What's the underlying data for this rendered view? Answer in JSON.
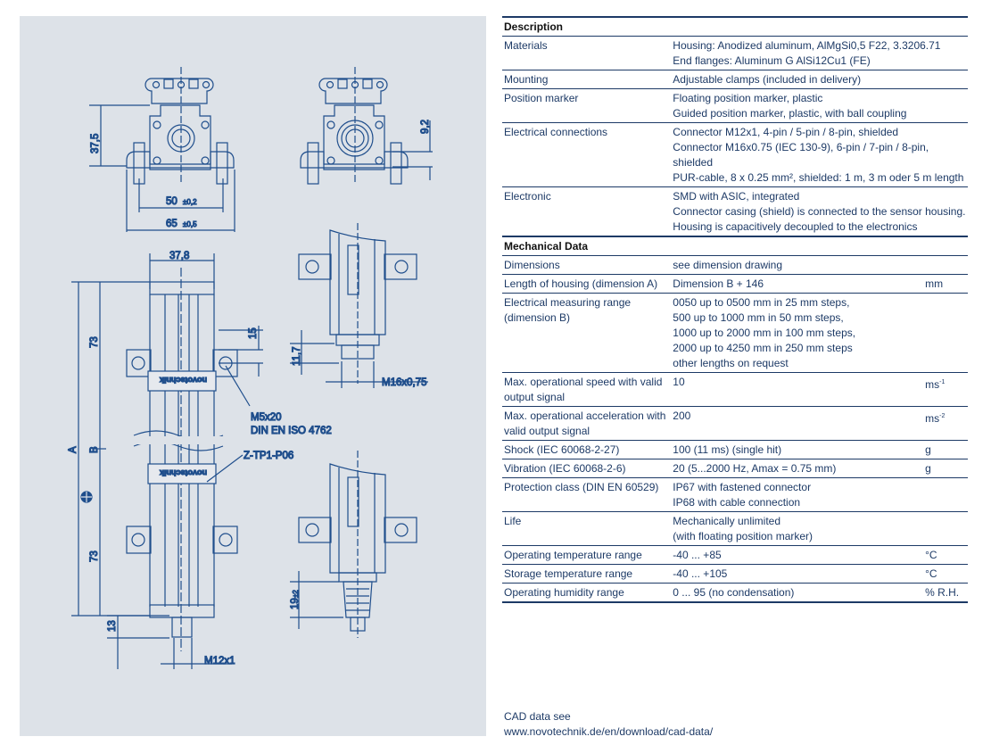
{
  "drawing": {
    "dim_37_5": "37,5",
    "dim_50": "50",
    "dim_50_tol": "±0,2",
    "dim_65": "65",
    "dim_65_tol": "±0,5",
    "dim_9_2": "9,2",
    "dim_37_8": "37,8",
    "dim_73_top": "73",
    "dim_73_bottom": "73",
    "dim_15": "15",
    "dim_11_7": "11,7",
    "thread_m16": "M16x0,75",
    "screw_label": "M5x20",
    "screw_norm": "DIN EN ISO 4762",
    "marker_label": "Z-TP1-P06",
    "dim_a": "A",
    "dim_b": "B",
    "dim_13": "13",
    "thread_m12": "M12x1",
    "dim_19": "19",
    "dim_19_tol": "±2",
    "brand_text": "novotechnik"
  },
  "colors": {
    "panel": "#dde2e8",
    "line": "#1f4e8c",
    "text": "#1d3a66"
  },
  "table": {
    "description": {
      "heading": "Description",
      "rows": [
        {
          "label": "Materials",
          "values": [
            "Housing:  Anodized aluminum, AlMgSi0,5 F22, 3.3206.71",
            "End flanges: Aluminum G AlSi12Cu1 (FE)"
          ]
        },
        {
          "label": "Mounting",
          "values": [
            "Adjustable clamps (included in delivery)"
          ]
        },
        {
          "label": "Position marker",
          "values": [
            "Floating position marker, plastic",
            "Guided position marker, plastic, with ball coupling"
          ]
        },
        {
          "label": "Electrical connections",
          "values": [
            "Connector M12x1, 4-pin /  5-pin / 8-pin, shielded",
            "Connector M16x0.75 (IEC 130-9), 6-pin / 7-pin / 8-pin, shielded",
            "PUR-cable, 8 x 0.25 mm², shielded: 1 m, 3 m oder 5 m length"
          ]
        },
        {
          "label": "Electronic",
          "values": [
            "SMD with ASIC, integrated",
            "Connector casing (shield) is connected to the sensor housing.",
            "Housing is capacitively decoupled to the electronics"
          ]
        }
      ]
    },
    "mechanical": {
      "heading": "Mechanical Data",
      "rows": [
        {
          "label": "Dimensions",
          "values": [
            "see dimension drawing"
          ],
          "unit": ""
        },
        {
          "label": "Length of housing (dimension A)",
          "values": [
            "Dimension B + 146"
          ],
          "unit": "mm"
        },
        {
          "label": "Electrical measuring range (dimension B)",
          "values": [
            "0050 up to 0500 mm in 25 mm steps,",
            "500 up to 1000 mm in 50 mm steps,",
            "1000 up to 2000 mm in 100 mm steps,",
            "2000 up to 4250 mm in 250 mm steps",
            "other lengths on request"
          ],
          "unit": ""
        },
        {
          "label": "Max. operational speed with valid output signal",
          "values": [
            "10"
          ],
          "unit": "ms",
          "unit_sup": "-1"
        },
        {
          "label": "Max. operational acceleration with valid output signal",
          "values": [
            "200"
          ],
          "unit": "ms",
          "unit_sup": "-2"
        },
        {
          "label": "Shock (IEC 60068-2-27)",
          "values": [
            "100 (11 ms) (single hit)"
          ],
          "unit": "g"
        },
        {
          "label": "Vibration (IEC 60068-2-6)",
          "values": [
            "20 (5...2000 Hz, Amax = 0.75 mm)"
          ],
          "unit": "g"
        },
        {
          "label": "Protection class (DIN EN 60529)",
          "values": [
            "IP67 with fastened connector",
            "IP68 with cable connection"
          ],
          "unit": ""
        },
        {
          "label": "Life",
          "values": [
            "Mechanically unlimited",
            "(with floating position marker)"
          ],
          "unit": ""
        },
        {
          "label": "Operating temperature range",
          "values": [
            "-40 ... +85"
          ],
          "unit": "°C"
        },
        {
          "label": "Storage temperature range",
          "values": [
            "-40 ... +105"
          ],
          "unit": "°C"
        },
        {
          "label": "Operating humidity range",
          "values": [
            "0 ... 95 (no condensation)"
          ],
          "unit": "% R.H."
        }
      ]
    }
  },
  "cad_note": {
    "line1": "CAD data see",
    "link": "www.novotechnik.de/en/download/cad-data/"
  }
}
